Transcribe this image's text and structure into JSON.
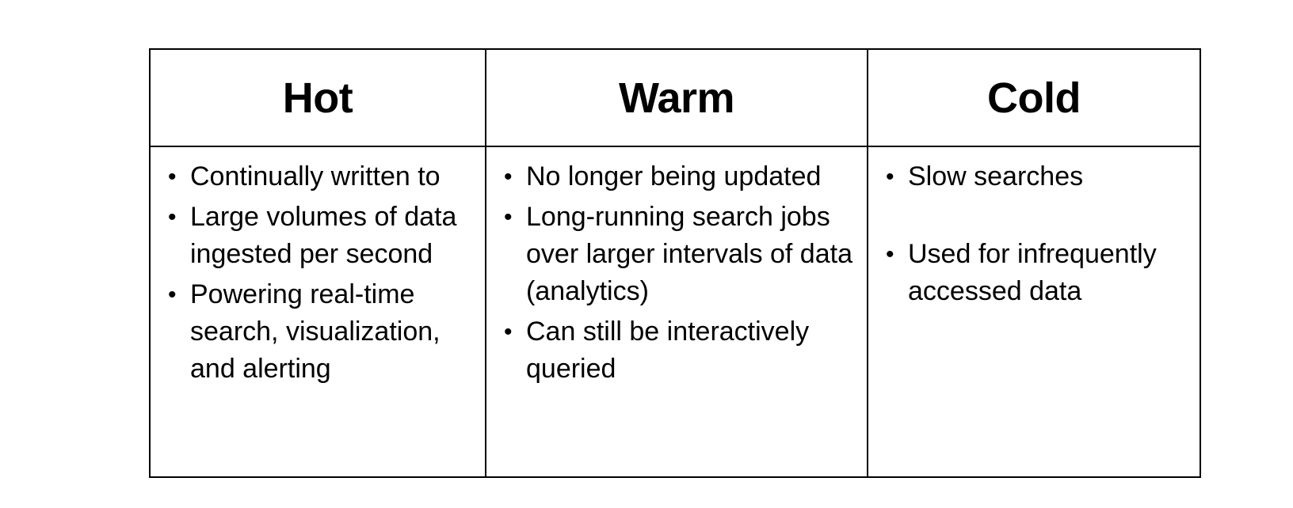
{
  "table": {
    "headers": [
      "Hot",
      "Warm",
      "Cold"
    ],
    "columns": [
      {
        "title": "Hot",
        "items": [
          "Continually written to",
          "Large volumes of data ingested per second",
          "Powering real-time search, visualization, and alerting"
        ]
      },
      {
        "title": "Warm",
        "items": [
          "No longer being updated",
          "Long-running search jobs over larger intervals of data (analytics)",
          "Can still be interactively queried"
        ]
      },
      {
        "title": "Cold",
        "items": [
          "Slow searches",
          "Used for infrequently accessed data"
        ]
      }
    ]
  },
  "colors": {
    "text": "#000000",
    "border": "#000000",
    "background": "#ffffff"
  }
}
